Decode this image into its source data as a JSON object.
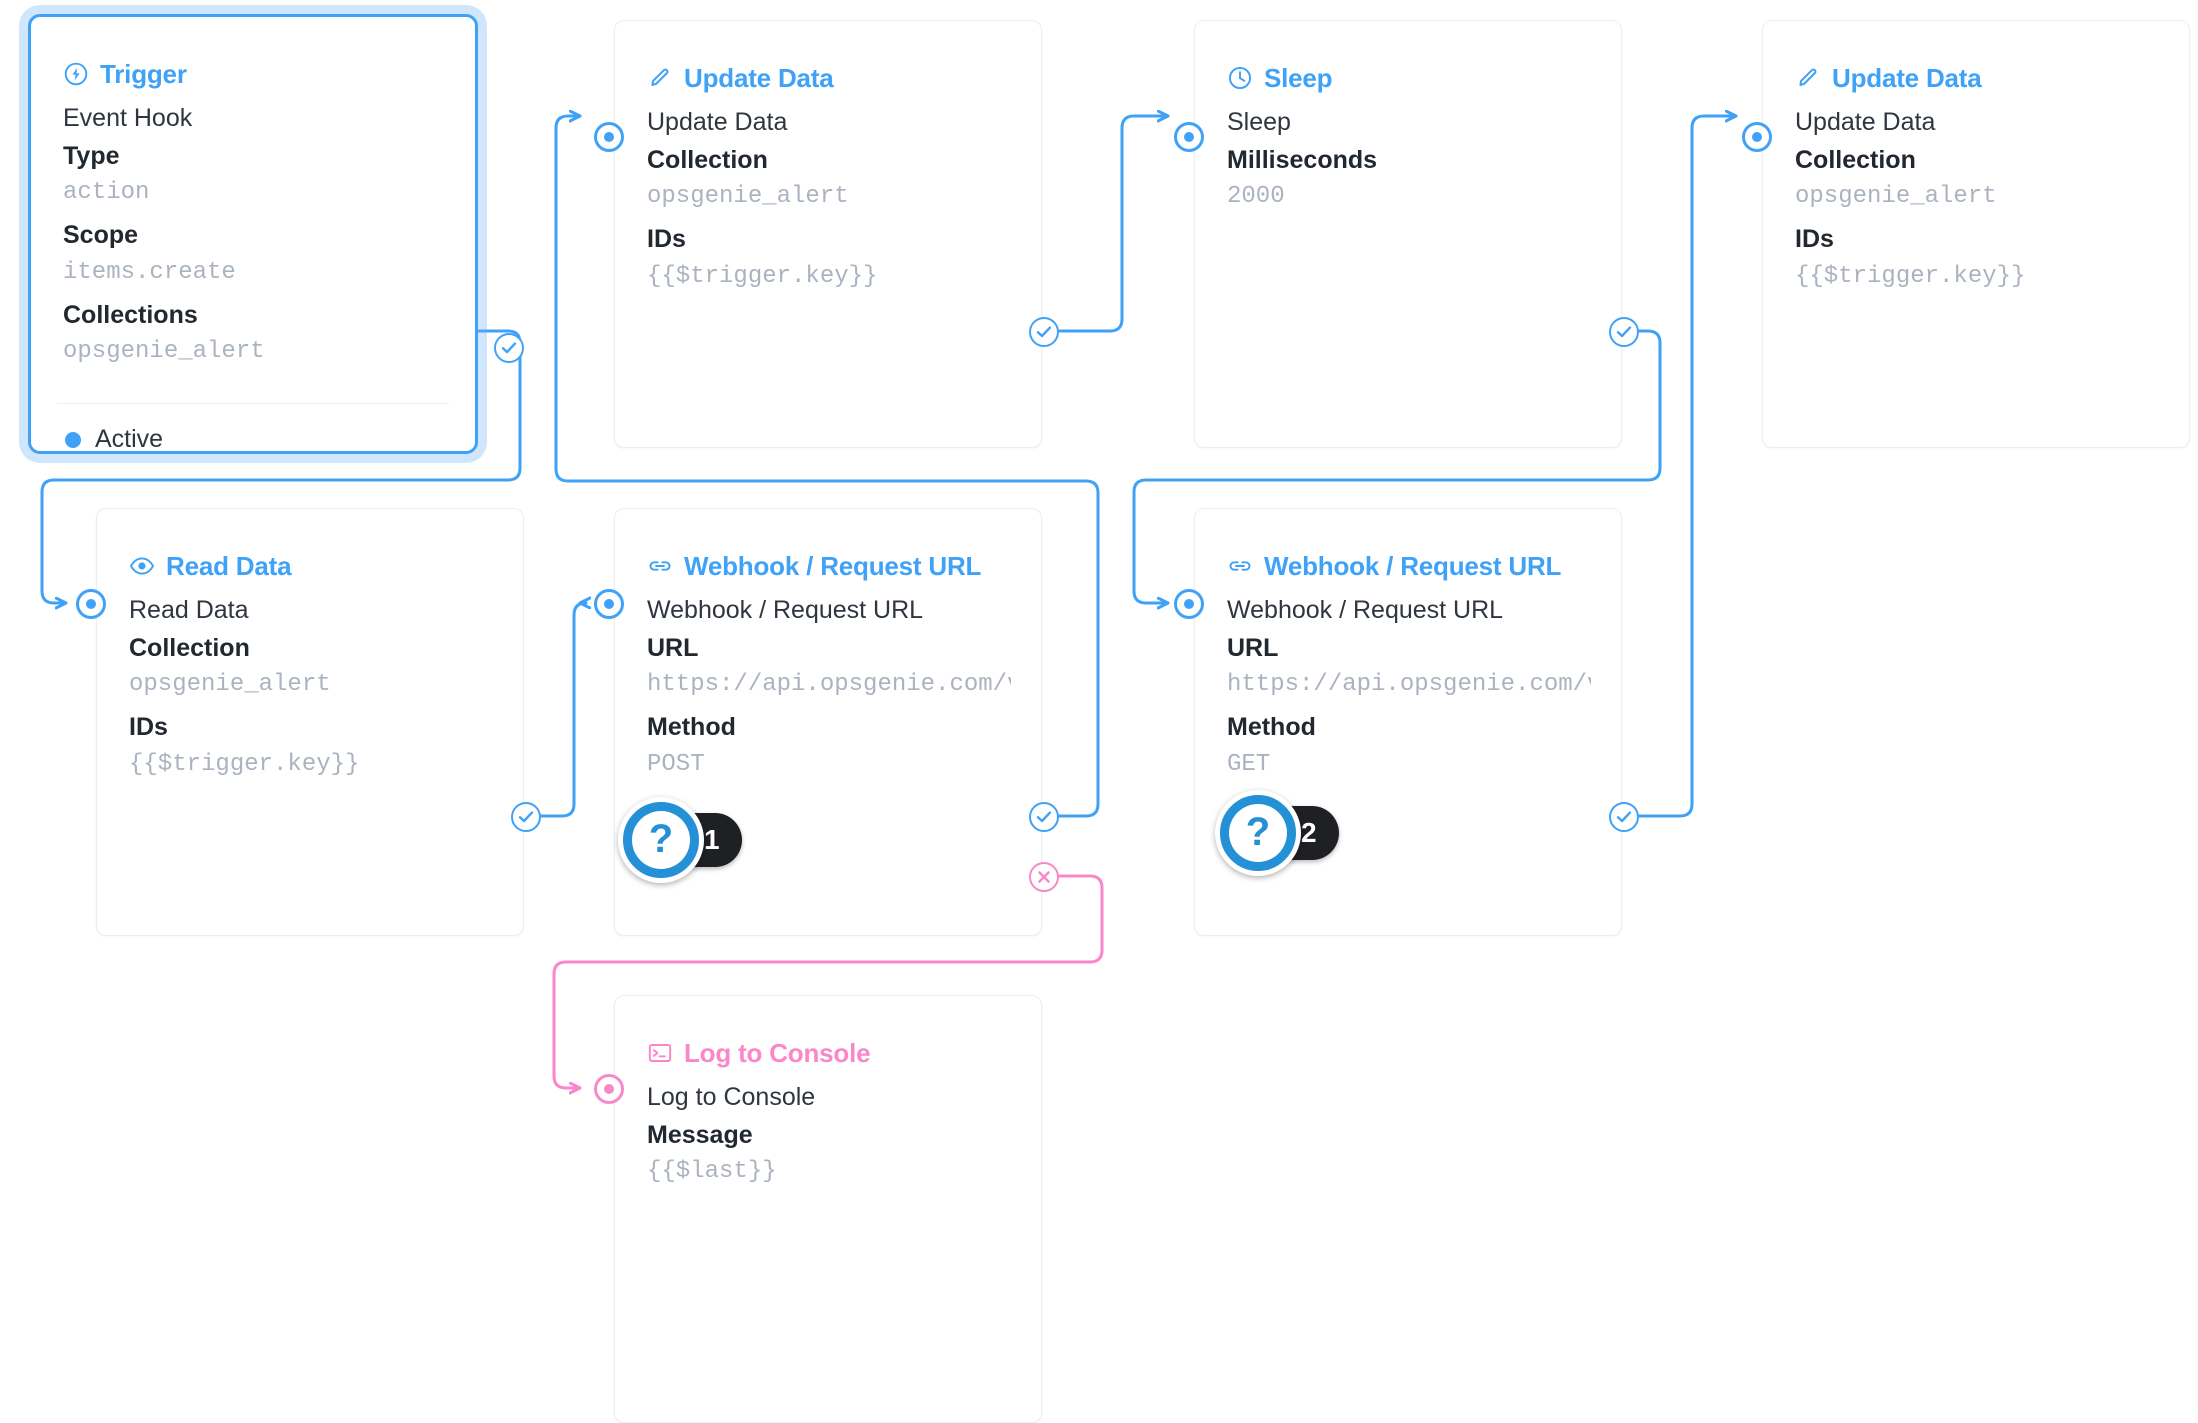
{
  "colors": {
    "accent": "#3fa2f7",
    "reject": "#f987c9",
    "value_text": "#aab3bf",
    "key_text": "#222830",
    "badge_bg": "#1f2023",
    "hint_blue": "#2490d6"
  },
  "nodes": [
    {
      "id": "trigger",
      "title": "Trigger",
      "icon": "bolt-circle-icon",
      "selected": true,
      "row_name": "Event Hook",
      "fields": [
        {
          "key": "Type",
          "value": "action"
        },
        {
          "key": "Scope",
          "value": "items.create"
        },
        {
          "key": "Collections",
          "value": "opsgenie_alert"
        }
      ],
      "status": "Active"
    },
    {
      "id": "update-data-1",
      "title": "Update Data",
      "icon": "pencil-icon",
      "row_name": "Update Data",
      "fields": [
        {
          "key": "Collection",
          "value": "opsgenie_alert"
        },
        {
          "key": "IDs",
          "value": "{{$trigger.key}}"
        }
      ]
    },
    {
      "id": "sleep",
      "title": "Sleep",
      "icon": "clock-icon",
      "row_name": "Sleep",
      "fields": [
        {
          "key": "Milliseconds",
          "value": "2000"
        }
      ]
    },
    {
      "id": "update-data-2",
      "title": "Update Data",
      "icon": "pencil-icon",
      "row_name": "Update Data",
      "fields": [
        {
          "key": "Collection",
          "value": "opsgenie_alert"
        },
        {
          "key": "IDs",
          "value": "{{$trigger.key}}"
        }
      ]
    },
    {
      "id": "read-data",
      "title": "Read Data",
      "icon": "eye-icon",
      "row_name": "Read Data",
      "fields": [
        {
          "key": "Collection",
          "value": "opsgenie_alert"
        },
        {
          "key": "IDs",
          "value": "{{$trigger.key}}"
        }
      ]
    },
    {
      "id": "webhook-1",
      "title": "Webhook / Request URL",
      "icon": "link-icon",
      "row_name": "Webhook / Request URL",
      "fields": [
        {
          "key": "URL",
          "value": "https://api.opsgenie.com/v…"
        },
        {
          "key": "Method",
          "value": "POST"
        }
      ]
    },
    {
      "id": "webhook-2",
      "title": "Webhook / Request URL",
      "icon": "link-icon",
      "row_name": "Webhook / Request URL",
      "fields": [
        {
          "key": "URL",
          "value": "https://api.opsgenie.com/v…"
        },
        {
          "key": "Method",
          "value": "GET"
        }
      ]
    },
    {
      "id": "log-to-console",
      "title": "Log to Console",
      "icon": "terminal-icon",
      "color": "pink",
      "row_name": "Log to Console",
      "fields": [
        {
          "key": "Message",
          "value": "{{$last}}"
        }
      ]
    }
  ],
  "hints": [
    {
      "id": "hint-1",
      "symbol": "?",
      "number": "1"
    },
    {
      "id": "hint-2",
      "symbol": "?",
      "number": "2"
    }
  ]
}
